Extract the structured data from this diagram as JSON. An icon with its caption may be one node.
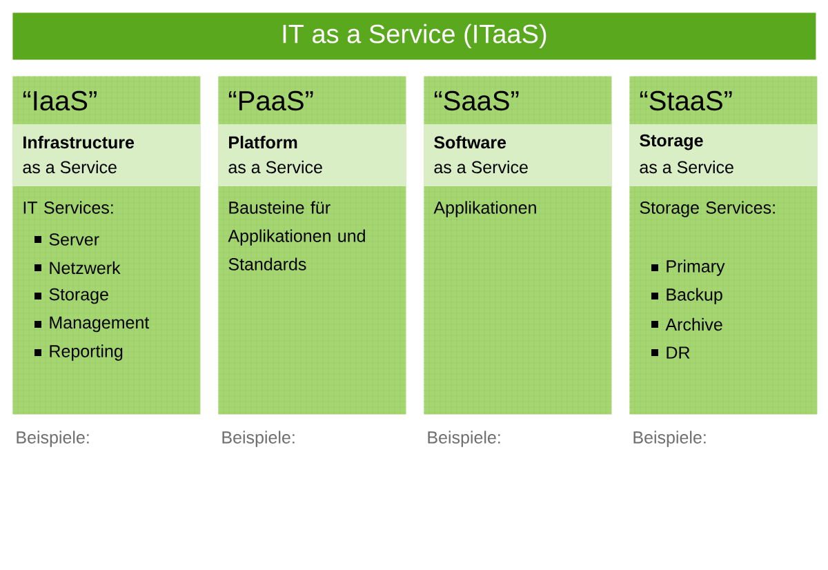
{
  "diagram": {
    "nodes": [
      {
        "text": [
          "IT as a Service (ITaaS)"
        ]
      },
      {
        "text": [
          "“IaaS”",
          "Infrastructure",
          "as a Service",
          "IT Services:",
          "Server",
          "Netzwerk",
          "Storage",
          "Management",
          "Reporting"
        ],
        "beside": [
          "Beispiele:"
        ]
      },
      {
        "text": [
          "“PaaS”",
          "Platform",
          "as a Service",
          "Bausteine für Applikationen und Standards"
        ],
        "beside": [
          "Beispiele:"
        ]
      },
      {
        "text": [
          "“SaaS”",
          "Software",
          "as a Service",
          "Applikationen"
        ],
        "beside": [
          "Beispiele:"
        ]
      },
      {
        "text": [
          "“StaaS”",
          "Storage",
          "as a Service",
          "Storage Services:",
          "Primary",
          "Backup",
          "Archive",
          "DR"
        ],
        "beside": [
          "Beispiele:"
        ]
      }
    ]
  }
}
